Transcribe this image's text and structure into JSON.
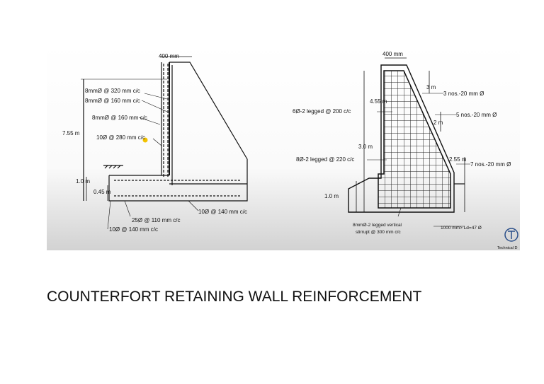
{
  "caption": "COUNTERFORT RETAINING WALL REINFORCEMENT",
  "left_diagram": {
    "top_width": "400 mm",
    "bar_1": "8mmØ @ 320 mm c/c",
    "bar_2": "8mmØ @ 160 mm c/c",
    "bar_3": "8mmØ @ 160 mm c/c",
    "bar_4": "10Ø @ 280 mm c/c",
    "height": "7.55 m",
    "embed_depth": "1.0 m",
    "base_thickness": "0.45 m",
    "bar_base_1": "25Ø @ 110 mm c/c",
    "bar_base_2": "10Ø @ 140 mm c/c",
    "bar_base_3": "10Ø @ 140 mm c/c"
  },
  "right_diagram": {
    "top_width": "400 mm",
    "h_total": "4.55 m",
    "h_3m": "3 m",
    "bars_3nos": "3 nos.-20 mm Ø",
    "stirrup_top": "6Ø-2 legged @ 200 c/c",
    "bars_5nos": "5 nos.-20 mm Ø",
    "h_2m": "2 m",
    "h_30m": "3.0 m",
    "stirrup_mid": "8Ø-2 legged @ 220 c/c",
    "h_255m": "2.55 m",
    "bars_7nos": "7 nos.-20 mm Ø",
    "embed_depth": "1.0 m",
    "stirrup_vertical_1": "8mmØ-2 legged vertical",
    "stirrup_vertical_2": "stirrupt @ 300 mm c/c",
    "dev_length": "1000 mm> Ld=47 Ø",
    "logo_text": "Technical D"
  },
  "colors": {
    "highlight": "#f2c200",
    "gradient_bottom": "#d2d2d2"
  }
}
